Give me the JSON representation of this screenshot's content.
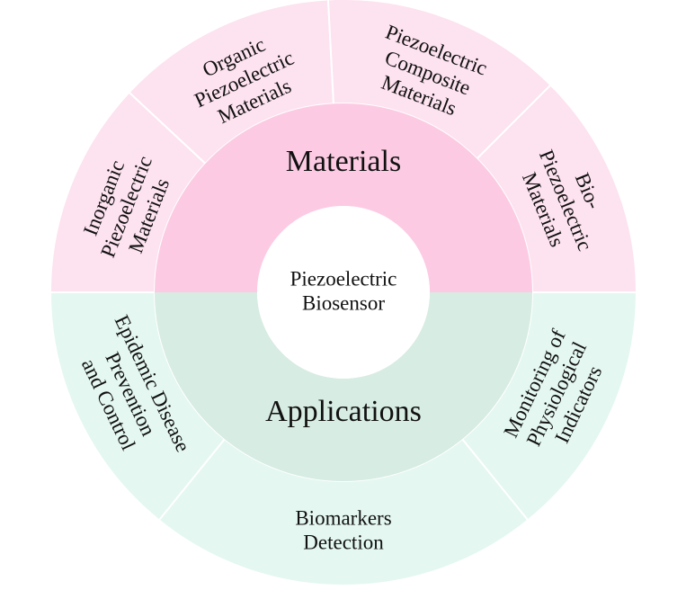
{
  "diagram": {
    "center": {
      "lines": [
        "Piezoelectric",
        "Biosensor"
      ]
    },
    "inner_ring": [
      {
        "label": "Materials",
        "color": "#fccbe3"
      },
      {
        "label": "Applications",
        "color": "#d7ece3"
      }
    ],
    "outer_segments": [
      {
        "group": "Materials",
        "lines": [
          "Inorganic",
          "Piezoelectric",
          "Materials"
        ],
        "color": "#fde2ef"
      },
      {
        "group": "Materials",
        "lines": [
          "Organic",
          "Piezoelectric",
          "Materials"
        ],
        "color": "#fde2ef"
      },
      {
        "group": "Materials",
        "lines": [
          "Piezoelectric",
          "Composite",
          "Materials"
        ],
        "color": "#fde2ef"
      },
      {
        "group": "Materials",
        "lines": [
          "Bio-",
          "Piezoelectric",
          "Materials"
        ],
        "color": "#fde2ef"
      },
      {
        "group": "Applications",
        "lines": [
          "Monitoring of",
          "Physiological",
          "Indicators"
        ],
        "color": "#e4f7f1"
      },
      {
        "group": "Applications",
        "lines": [
          "Biomarkers",
          "Detection"
        ],
        "color": "#e4f7f1"
      },
      {
        "group": "Applications",
        "lines": [
          "Epidemic Disease",
          "Prevention",
          "and Control"
        ],
        "color": "#e4f7f1"
      }
    ],
    "colors": {
      "materials_outer": "#fde2ef",
      "materials_inner": "#fccbe3",
      "applications_outer": "#e4f7f1",
      "applications_inner": "#d7ece3",
      "center_fill": "#ffffff",
      "divider": "#ffffff",
      "text": "#111111"
    }
  }
}
